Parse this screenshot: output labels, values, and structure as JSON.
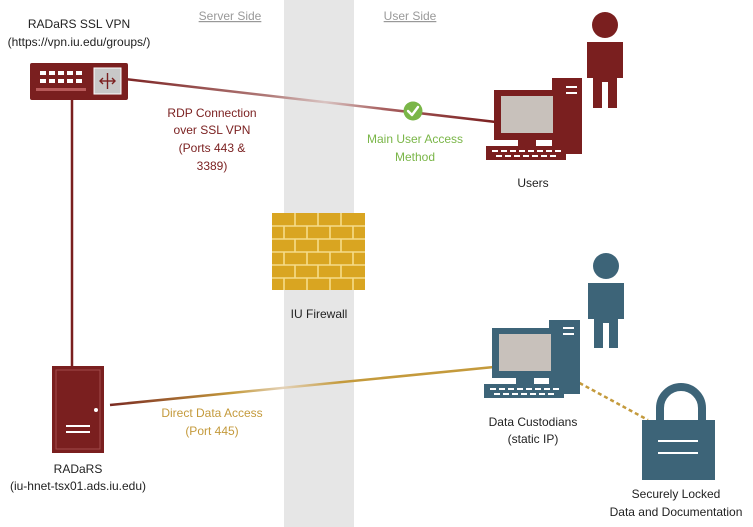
{
  "headers": {
    "server_side": "Server Side",
    "user_side": "User Side"
  },
  "vpn": {
    "name": "RADaRS SSL VPN",
    "url": "(https://vpn.iu.edu/groups/)"
  },
  "rdp": {
    "lines": [
      "RDP Connection",
      "over SSL VPN",
      "(Ports 443 &",
      "3389)"
    ]
  },
  "main_access": {
    "lines": [
      "Main User Access",
      "Method"
    ]
  },
  "users": {
    "label": "Users"
  },
  "firewall": {
    "label": "IU Firewall"
  },
  "radars": {
    "name": "RADaRS",
    "host": "(iu-hnet-tsx01.ads.iu.edu)"
  },
  "direct": {
    "lines": [
      "Direct Data Access",
      "(Port 445)"
    ]
  },
  "custodians": {
    "lines": [
      "Data Custodians",
      "(static IP)"
    ]
  },
  "locked": {
    "lines": [
      "Securely Locked",
      "Data and Documentation"
    ]
  },
  "colors": {
    "maroon": "#7a1f1f",
    "teal": "#3d6478",
    "gold": "#c49a3c",
    "green": "#7ab648",
    "firewall_band": "#e6e6e6",
    "firewall_brick": "#d9a521",
    "header_gray": "#999999"
  }
}
